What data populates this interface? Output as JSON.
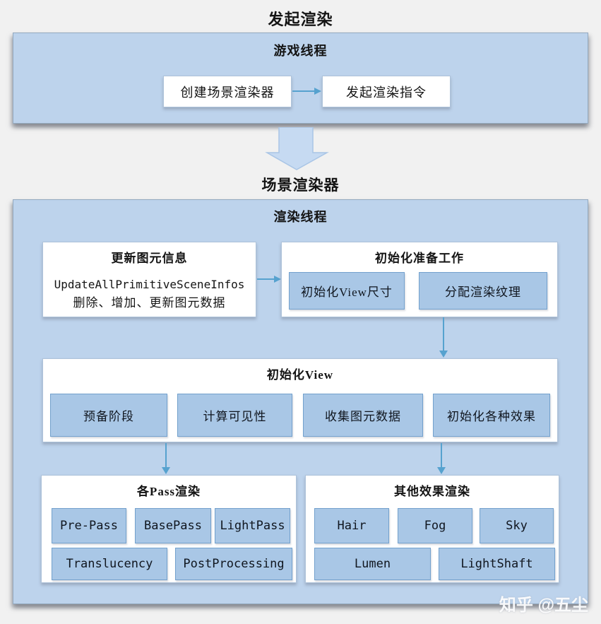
{
  "page": {
    "title_top": "发起渲染",
    "title_mid": "场景渲染器",
    "watermark": "知乎 @五尘"
  },
  "colors": {
    "page_bg": "#f1f1f1",
    "panel_blue": "#bdd3ec",
    "subbox_blue": "#a9c7e6",
    "subbox_border": "#73a1cd",
    "arrow_blue": "#56a2cf",
    "big_arrow_fill": "#c6daf2",
    "big_arrow_stroke": "#a9c5e6"
  },
  "game_thread": {
    "header": "游戏线程",
    "node_create": "创建场景渲染器",
    "node_issue": "发起渲染指令"
  },
  "render_thread": {
    "header": "渲染线程",
    "update_node": {
      "title": "更新图元信息",
      "line1": "UpdateAllPrimitiveSceneInfos",
      "line2": "删除、增加、更新图元数据"
    },
    "init_prep": {
      "title": "初始化准备工作",
      "items": [
        "初始化View尺寸",
        "分配渲染纹理"
      ]
    },
    "init_view": {
      "title": "初始化View",
      "items": [
        "预备阶段",
        "计算可见性",
        "收集图元数据",
        "初始化各种效果"
      ]
    },
    "pass_render": {
      "title": "各Pass渲染",
      "row1": [
        "Pre-Pass",
        "BasePass",
        "LightPass"
      ],
      "row2": [
        "Translucency",
        "PostProcessing"
      ]
    },
    "effects_render": {
      "title": "其他效果渲染",
      "row1": [
        "Hair",
        "Fog",
        "Sky"
      ],
      "row2": [
        "Lumen",
        "LightShaft"
      ]
    }
  }
}
